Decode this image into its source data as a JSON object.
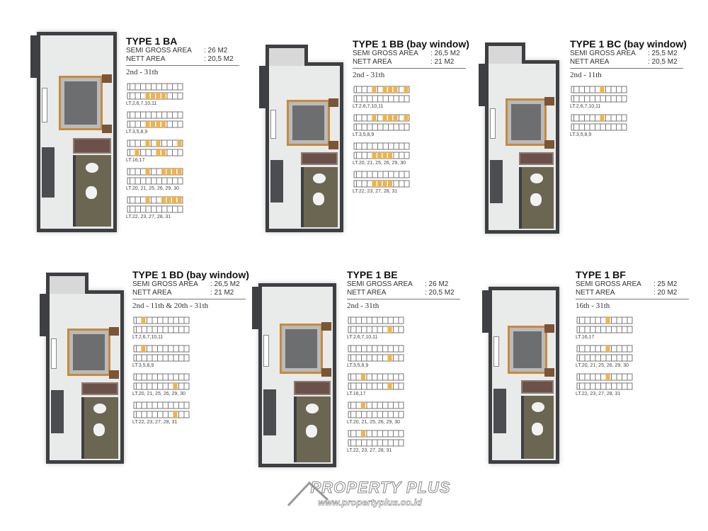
{
  "units": [
    {
      "title": "TYPE 1 BA",
      "gross_label": "SEMI GROSS AREA",
      "gross": ": 26 M2",
      "nett_label": "NETT AREA",
      "nett": ": 20,5 M2",
      "floors": "2nd - 31th",
      "bay": false,
      "keyplans": [
        {
          "label": "LT.2,6,7,10,11",
          "hl": [
            13,
            14,
            15,
            16
          ]
        },
        {
          "label": "LT.3,5,8,9",
          "hl": [
            13,
            14,
            15,
            16
          ]
        },
        {
          "label": "LT.16,17",
          "hl": [
            3,
            5,
            9,
            11,
            15,
            16
          ]
        },
        {
          "label": "LT.20, 21, 25, 26, 29, 30",
          "hl": [
            3,
            6,
            7,
            8,
            9
          ]
        },
        {
          "label": "LT.22, 23, 27, 28, 31",
          "hl": [
            3,
            6,
            7,
            8,
            9
          ]
        }
      ]
    },
    {
      "title": "TYPE 1 BB (bay window)",
      "gross_label": "SEMI GROSS AREA",
      "gross": ": 26,5 M2",
      "nett_label": "NETT AREA",
      "nett": ": 21 M2",
      "floors": "2nd - 31th",
      "bay": true,
      "keyplans": [
        {
          "label": "LT.2,6,7,10,11",
          "hl": [
            3,
            6,
            9,
            5,
            6,
            7
          ]
        },
        {
          "label": "LT.3,5,8,9",
          "hl": [
            3,
            5,
            6,
            7,
            9
          ]
        },
        {
          "label": "LT.20, 21, 25, 26, 29, 30",
          "hl": [
            13,
            14,
            15,
            16
          ]
        },
        {
          "label": "LT.22, 23, 27, 28, 31",
          "hl": [
            13,
            14,
            15,
            16
          ]
        }
      ]
    },
    {
      "title": "TYPE 1 BC (bay window)",
      "gross_label": "SEMI GROSS AREA",
      "gross": ": 25,5 M2",
      "nett_label": "NETT AREA",
      "nett": ": 20,5 M2",
      "floors": "2nd - 11th",
      "bay": true,
      "keyplans": [
        {
          "label": "LT.2,6,7,10,11",
          "hl": [
            5
          ]
        },
        {
          "label": "LT.3,5,8,9",
          "hl": [
            5
          ]
        }
      ]
    },
    {
      "title": "TYPE 1 BD (bay window)",
      "gross_label": "SEMI GROSS AREA",
      "gross": ": 26,5 M2",
      "nett_label": "NETT AREA",
      "nett": ": 21 M2",
      "floors": "2nd - 11th & 20th - 31th",
      "bay": true,
      "keyplans": [
        {
          "label": "LT.2,6,7,10,11",
          "hl": [
            1
          ]
        },
        {
          "label": "LT.3,5,8,9",
          "hl": [
            1
          ]
        },
        {
          "label": "LT.20, 21, 25, 26, 29, 30",
          "hl": [
            17
          ]
        },
        {
          "label": "LT.22, 23, 27, 28, 31",
          "hl": [
            17
          ]
        }
      ]
    },
    {
      "title": "TYPE 1 BE",
      "gross_label": "SEMI GROSS AREA",
      "gross": ": 26 M2",
      "nett_label": "NETT AREA",
      "nett": ": 20,5 M2",
      "floors": "2nd - 31th",
      "bay": false,
      "keyplans": [
        {
          "label": "LT.2,6,7,10,11",
          "hl": [
            17
          ]
        },
        {
          "label": "LT.3,5,8,9",
          "hl": [
            17
          ]
        },
        {
          "label": "LT.16,17",
          "hl": [
            2,
            17
          ]
        },
        {
          "label": "LT.20, 21, 25, 26, 29, 30",
          "hl": [
            2
          ]
        },
        {
          "label": "LT.22, 23, 27, 28, 31",
          "hl": [
            2
          ]
        }
      ]
    },
    {
      "title": "TYPE 1 BF",
      "gross_label": "SEMI GROSS AREA",
      "gross": ": 25 M2",
      "nett_label": "NETT AREA",
      "nett": ": 20 M2",
      "floors": "16th - 31th",
      "bay": false,
      "keyplans": [
        {
          "label": "LT.16,17",
          "hl": [
            5
          ]
        },
        {
          "label": "LT.20, 21, 25, 26, 29, 30",
          "hl": [
            5
          ]
        },
        {
          "label": "LT.22, 23, 27, 28, 31",
          "hl": [
            5
          ]
        }
      ]
    }
  ],
  "watermark": {
    "name": "PROPERTY PLUS",
    "url": "www.propertyplus.co.id"
  },
  "colors": {
    "highlight": "#f0b24a",
    "wall": "#3d3f42"
  }
}
